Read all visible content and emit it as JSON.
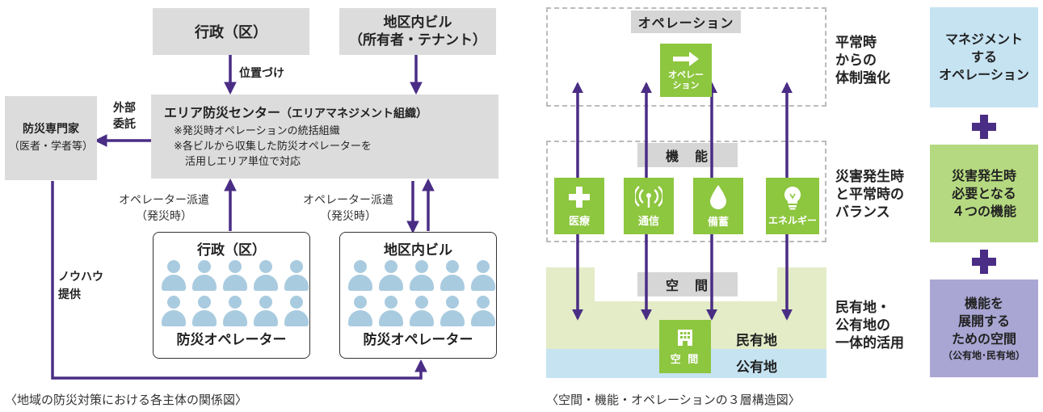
{
  "left": {
    "gyosei_top": "行政（区）",
    "building_owner_line1": "地区内ビル",
    "building_owner_line2": "（所有者・テナント）",
    "positioning": "位置づけ",
    "center_title": "エリア防災センター",
    "center_sub": "（エリアマネジメント組織）",
    "center_note1": "※発災時オペレーションの統括組織",
    "center_note2": "※各ビルから収集した防災オペレーターを",
    "center_note3": "活用しエリア単位で対応",
    "outsource_line1": "外部",
    "outsource_line2": "委託",
    "expert_line1": "防災専門家",
    "expert_line2": "（医者・学者等）",
    "dispatch_left_line1": "オペレーター派遣",
    "dispatch_left_line2": "（発災時）",
    "dispatch_right_line1": "オペレーター派遣",
    "dispatch_right_line2": "（発災時）",
    "knowhow_line1": "ノウハウ",
    "knowhow_line2": "提供",
    "op_box_left_title": "行政（区）",
    "op_box_right_title": "地区内ビル",
    "operators_label": "防災オペレーター",
    "caption": "〈地域の防災対策における各主体の関係図〉"
  },
  "right": {
    "operation_band": "オペレーション",
    "operation_icon_line1": "オペレー",
    "operation_icon_line2": "ション",
    "function_band": "機　能",
    "tiles": [
      {
        "label": "医療",
        "icon": "cross-icon"
      },
      {
        "label": "通信",
        "icon": "antenna-icon"
      },
      {
        "label": "備蓄",
        "icon": "water-drop-icon"
      },
      {
        "label": "エネルギー",
        "icon": "light-bulb-icon"
      }
    ],
    "space_band": "空　間",
    "space_icon_label": "空 間",
    "private_land": "民有地",
    "public_land": "公有地",
    "layer_labels": [
      [
        "平常時",
        "からの",
        "体制強化"
      ],
      [
        "災害発生時",
        "と平常時の",
        "バランス"
      ],
      [
        "民有地・",
        "公有地の",
        "一体的活用"
      ]
    ],
    "boxes": [
      {
        "lines": [
          "マネジメント",
          "する",
          "オペレーション"
        ],
        "color": "#c6e3f2"
      },
      {
        "lines": [
          "災害発生時",
          "必要となる",
          "４つの機能"
        ],
        "color": "#b5d980"
      },
      {
        "lines": [
          "機能を",
          "展開する",
          "ための空間"
        ],
        "sub": "（公有地･民有地）",
        "color": "#a9a6d4"
      }
    ],
    "caption": "〈空間・機能・オペレーションの３層構造図〉"
  },
  "colors": {
    "arrow": "#4a2d85",
    "gray_box": "#dcdcdc",
    "green": "#8dc63f",
    "person": "#a9cbe0"
  }
}
